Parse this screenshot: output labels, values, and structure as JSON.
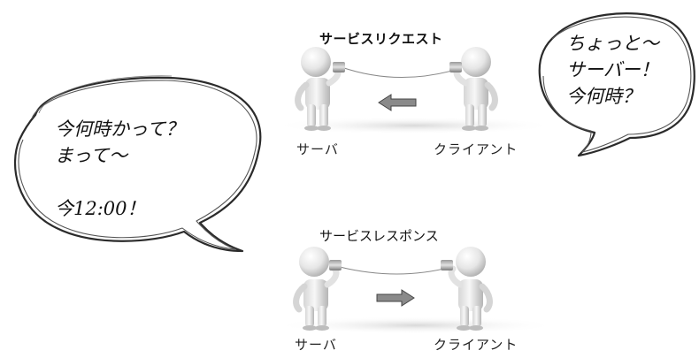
{
  "request": {
    "title": "サービスリクエスト",
    "server_label": "サーバ",
    "client_label": "クライアント"
  },
  "response": {
    "title": "サービスレスポンス",
    "server_label": "サーバ",
    "client_label": "クライアント"
  },
  "server_bubble": {
    "line1": "今何時かって？",
    "line2": "まって〜",
    "line3": "",
    "line4": "今12:00！"
  },
  "client_bubble": {
    "line1": "ちょっと〜",
    "line2": "サーバー！",
    "line3": "今何時？"
  },
  "colors": {
    "arrow_fill": "#8a8a8a",
    "arrow_stroke": "#444444",
    "figure_light": "#f2f2f2",
    "figure_shade": "#b8b8b8",
    "bubble_stroke": "#2b2b2b"
  }
}
